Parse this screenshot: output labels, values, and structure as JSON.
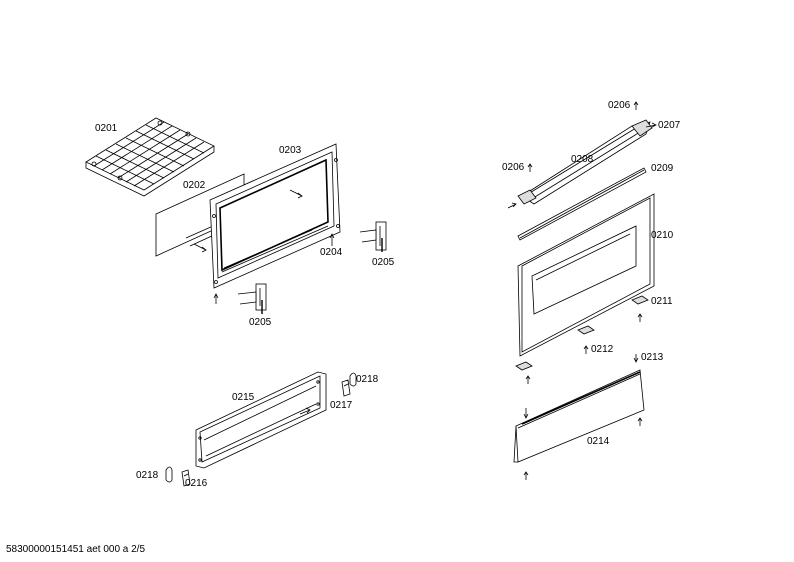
{
  "labels": {
    "l0201": "0201",
    "l0202": "0202",
    "l0203": "0203",
    "l0204": "0204",
    "l0205a": "0205",
    "l0205b": "0205",
    "l0206a": "0206",
    "l0206b": "0206",
    "l0207": "0207",
    "l0208": "0208",
    "l0209": "0209",
    "l0210": "0210",
    "l0211": "0211",
    "l0212": "0212",
    "l0213": "0213",
    "l0214": "0214",
    "l0215": "0215",
    "l0216": "0216",
    "l0217": "0217",
    "l0218a": "0218",
    "l0218b": "0218"
  },
  "footer": "58300000151451 aet 000 a 2/5",
  "colors": {
    "line": "#000000",
    "shade": "#cfcfcf",
    "light": "#eeeeee"
  }
}
